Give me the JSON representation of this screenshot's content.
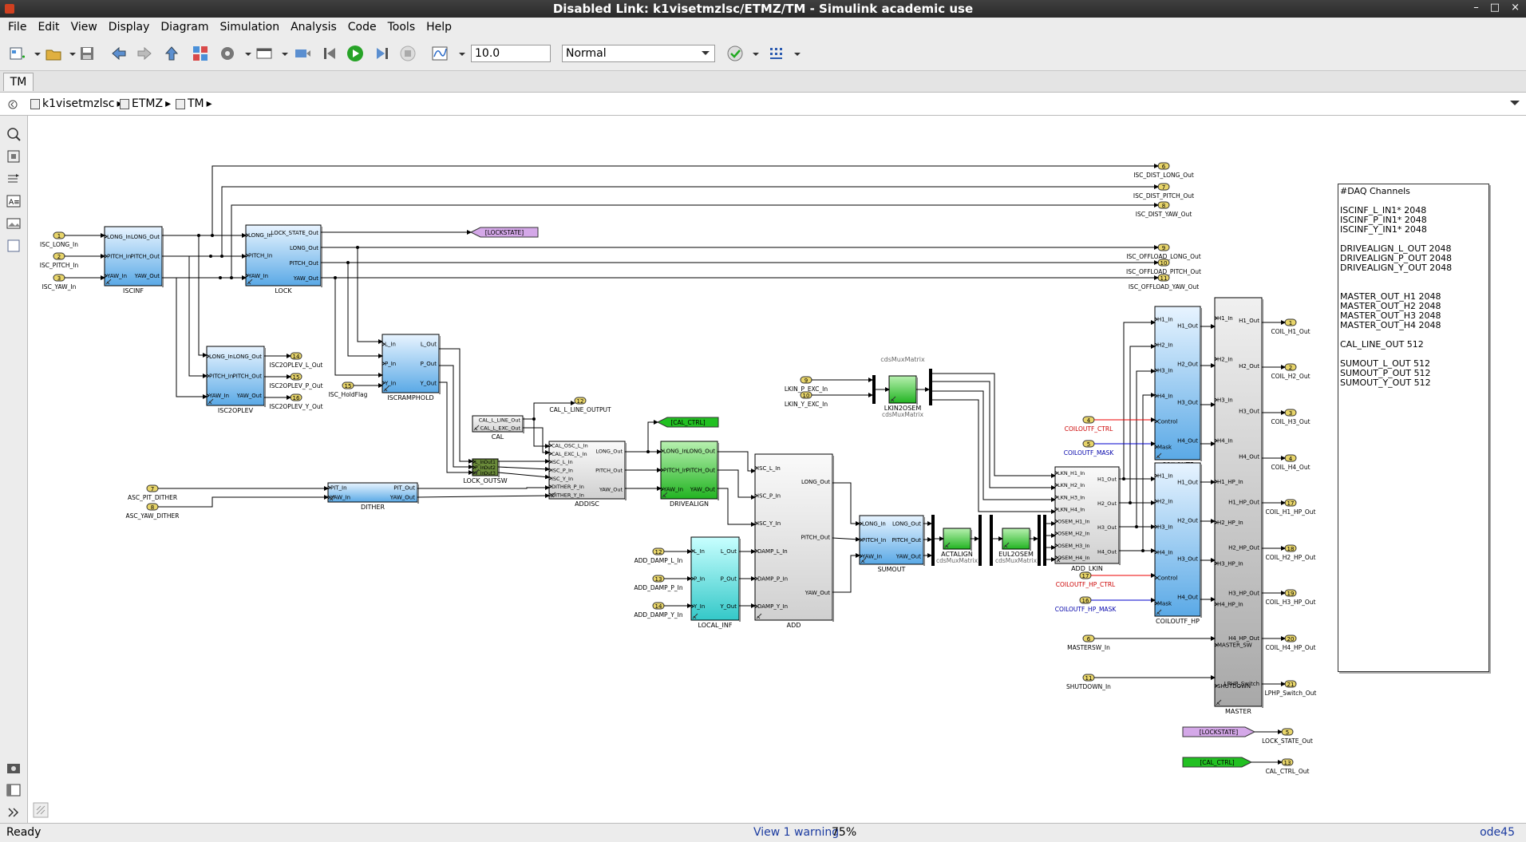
{
  "window": {
    "title": "Disabled Link: k1visetmzlsc/ETMZ/TM - Simulink academic use",
    "controls": [
      "–",
      "□",
      "×"
    ]
  },
  "menu": [
    "File",
    "Edit",
    "View",
    "Display",
    "Diagram",
    "Simulation",
    "Analysis",
    "Code",
    "Tools",
    "Help"
  ],
  "toolbar": {
    "stop_time": "10.0",
    "sim_mode": "Normal"
  },
  "tab": "TM",
  "breadcrumb": [
    "k1visetmzlsc",
    "ETMZ",
    "TM"
  ],
  "status": {
    "ready": "Ready",
    "warning": "View 1 warning",
    "zoom": "75%",
    "solver": "ode45"
  },
  "diagram": {
    "daq_note": "#DAQ Channels\n\nISCINF_L_IN1* 2048\nISCINF_P_IN1* 2048\nISCINF_Y_IN1* 2048\n\nDRIVEALIGN_L_OUT 2048\nDRIVEALIGN_P_OUT 2048\nDRIVEALIGN_Y_OUT 2048\n\n\nMASTER_OUT_H1 2048\nMASTER_OUT_H2 2048\nMASTER_OUT_H3 2048\nMASTER_OUT_H4 2048\n\nCAL_LINE_OUT 512\n\nSUMOUT_L_OUT 512\nSUMOUT_P_OUT 512\nSUMOUT_Y_OUT 512",
    "inports": [
      {
        "n": "1",
        "label": "ISC_LONG_In"
      },
      {
        "n": "2",
        "label": "ISC_PITCH_In"
      },
      {
        "n": "3",
        "label": "ISC_YAW_In"
      },
      {
        "n": "15",
        "label": "ISC_HoldFlag"
      },
      {
        "n": "7",
        "label": "ASC_PIT_DITHER"
      },
      {
        "n": "8",
        "label": "ASC_YAW_DITHER"
      },
      {
        "n": "12",
        "label": "ADD_DAMP_L_In"
      },
      {
        "n": "13",
        "label": "ADD_DAMP_P_In"
      },
      {
        "n": "14",
        "label": "ADD_DAMP_Y_In"
      },
      {
        "n": "9",
        "label": "LKIN_P_EXC_In"
      },
      {
        "n": "10",
        "label": "LKIN_Y_EXC_In"
      },
      {
        "n": "4",
        "label": "COILOUTF_CTRL"
      },
      {
        "n": "5",
        "label": "COILOUTF_MASK"
      },
      {
        "n": "17",
        "label": "COILOUTF_HP_CTRL"
      },
      {
        "n": "16",
        "label": "COILOUTF_HP_MASK"
      },
      {
        "n": "6",
        "label": "MASTERSW_In"
      },
      {
        "n": "11",
        "label": "SHUTDOWN_In"
      }
    ],
    "outports": [
      {
        "n": "6",
        "label": "ISC_DIST_LONG_Out"
      },
      {
        "n": "7",
        "label": "ISC_DIST_PITCH_Out"
      },
      {
        "n": "8",
        "label": "ISC_DIST_YAW_Out"
      },
      {
        "n": "9",
        "label": "ISC_OFFLOAD_LONG_Out"
      },
      {
        "n": "10",
        "label": "ISC_OFFLOAD_PITCH_Out"
      },
      {
        "n": "11",
        "label": "ISC_OFFLOAD_YAW_Out"
      },
      {
        "n": "14",
        "label": "ISC2OPLEV_L_Out"
      },
      {
        "n": "15",
        "label": "ISC2OPLEV_P_Out"
      },
      {
        "n": "16",
        "label": "ISC2OPLEV_Y_Out"
      },
      {
        "n": "12",
        "label": "CAL_L_LINE_OUTPUT"
      },
      {
        "n": "1",
        "label": "COIL_H1_Out"
      },
      {
        "n": "2",
        "label": "COIL_H2_Out"
      },
      {
        "n": "3",
        "label": "COIL_H3_Out"
      },
      {
        "n": "4",
        "label": "COIL_H4_Out"
      },
      {
        "n": "17",
        "label": "COIL_H1_HP_Out"
      },
      {
        "n": "18",
        "label": "COIL_H2_HP_Out"
      },
      {
        "n": "19",
        "label": "COIL_H3_HP_Out"
      },
      {
        "n": "20",
        "label": "COIL_H4_HP_Out"
      },
      {
        "n": "21",
        "label": "LPHP_Switch_Out"
      },
      {
        "n": "5",
        "label": "LOCK_STATE_Out"
      },
      {
        "n": "13",
        "label": "CAL_CTRL_Out"
      }
    ],
    "blocks": {
      "iscinf": {
        "name": "ISCINF",
        "in": [
          "LONG_In",
          "PITCH_In",
          "YAW_In"
        ],
        "out": [
          "LONG_Out",
          "PITCH_Out",
          "YAW_Out"
        ]
      },
      "lock": {
        "name": "LOCK",
        "in": [
          "LONG_In",
          "PITCH_In",
          "YAW_In"
        ],
        "out": [
          "LOCK_STATE_Out",
          "LONG_Out",
          "PITCH_Out",
          "YAW_Out"
        ]
      },
      "isc2oplev": {
        "name": "ISC2OPLEV",
        "in": [
          "LONG_In",
          "PITCH_In",
          "YAW_In"
        ],
        "out": [
          "LONG_Out",
          "PITCH_Out",
          "YAW_Out"
        ]
      },
      "iscramphold": {
        "name": "ISCRAMPHOLD",
        "in": [
          "L_In",
          "P_In",
          "Y_In"
        ],
        "out": [
          "L_Out",
          "P_Out",
          "Y_Out"
        ]
      },
      "cal": {
        "name": "CAL",
        "out": [
          "CAL_L_LINE_Out",
          "CAL_L_EXC_Out"
        ]
      },
      "lockoutsw": {
        "name": "LOCK_OUTSW",
        "in": [
          "L_In",
          "P_In",
          "Y_In"
        ],
        "out": [
          "Out1",
          "Out2",
          "Out3"
        ]
      },
      "addisc": {
        "name": "ADDISC",
        "in": [
          "CAL_OSC_L_In",
          "CAL_EXC_L_In",
          "ISC_L_In",
          "ISC_P_In",
          "ISC_Y_In",
          "DITHER_P_In",
          "DITHER_Y_In"
        ],
        "out": [
          "LONG_Out",
          "PITCH_Out",
          "YAW_Out"
        ]
      },
      "dither": {
        "name": "DITHER",
        "in": [
          "PIT_In",
          "YAW_In"
        ],
        "out": [
          "PIT_Out",
          "YAW_Out"
        ]
      },
      "drivealign": {
        "name": "DRIVEALIGN",
        "in": [
          "LONG_In",
          "PITCH_In",
          "YAW_In"
        ],
        "out": [
          "LONG_Out",
          "PITCH_Out",
          "YAW_Out"
        ]
      },
      "localinf": {
        "name": "LOCAL_INF",
        "in": [
          "L_In",
          "P_In",
          "Y_In"
        ],
        "out": [
          "L_Out",
          "P_Out",
          "Y_Out"
        ]
      },
      "add": {
        "name": "ADD",
        "in": [
          "ISC_L_In",
          "ISC_P_In",
          "ISC_Y_In",
          "DAMP_L_In",
          "DAMP_P_In",
          "DAMP_Y_In"
        ],
        "out": [
          "LONG_Out",
          "PITCH_Out",
          "YAW_Out"
        ]
      },
      "sumout": {
        "name": "SUMOUT",
        "in": [
          "LONG_In",
          "PITCH_In",
          "YAW_In"
        ],
        "out": [
          "LONG_Out",
          "PITCH_Out",
          "YAW_Out"
        ]
      },
      "actalign": {
        "name": "ACTALIGN",
        "sub": "cdsMuxMatrix"
      },
      "eul2osem": {
        "name": "EUL2OSEM",
        "sub": "cdsMuxMatrix"
      },
      "lkin2osem": {
        "name": "LKIN2OSEM",
        "sub": "cdsMuxMatrix"
      },
      "addlkin": {
        "name": "ADD_LKIN",
        "in": [
          "LKN_H1_In",
          "LKN_H2_In",
          "LKN_H3_In",
          "LKN_H4_In",
          "OSEM_H1_In",
          "OSEM_H2_In",
          "OSEM_H3_In",
          "OSEM_H4_In"
        ],
        "out": [
          "H1_Out",
          "H2_Out",
          "H3_Out",
          "H4_Out"
        ]
      },
      "coiloutf": {
        "name": "COILOUTF",
        "in": [
          "H1_In",
          "H2_In",
          "H3_In",
          "H4_In",
          "Control",
          "Mask"
        ],
        "out": [
          "H1_Out",
          "H2_Out",
          "H3_Out",
          "H4_Out"
        ]
      },
      "coiloutfhp": {
        "name": "COILOUTF_HP",
        "in": [
          "H1_In",
          "H2_In",
          "H3_In",
          "H4_In",
          "Control",
          "Mask"
        ],
        "out": [
          "H1_Out",
          "H2_Out",
          "H3_Out",
          "H4_Out"
        ]
      },
      "master": {
        "name": "MASTER",
        "in": [
          "H1_In",
          "H2_In",
          "H3_In",
          "H4_In",
          "H1_HP_In",
          "H2_HP_In",
          "H3_HP_In",
          "H4_HP_In",
          "MASTER_SW",
          "SHUTDOWN"
        ],
        "out": [
          "H1_Out",
          "H2_Out",
          "H3_Out",
          "H4_Out",
          "H1_HP_Out",
          "H2_HP_Out",
          "H3_HP_Out",
          "H4_HP_Out",
          "LPHP_Switch"
        ]
      }
    },
    "tags": {
      "lockstate": "[LOCKSTATE]",
      "calctrl": "[CAL_CTRL]"
    },
    "mux_name": "cdsMuxMatrix"
  },
  "colors": {
    "blue_block": "#5aa9e6",
    "green_block": "#22b422",
    "cyan_block": "#34c8c8",
    "gray_block": "#d8d8d8",
    "port_yellow": "#e8d56a",
    "goto_purple": "#d4a8e8"
  }
}
